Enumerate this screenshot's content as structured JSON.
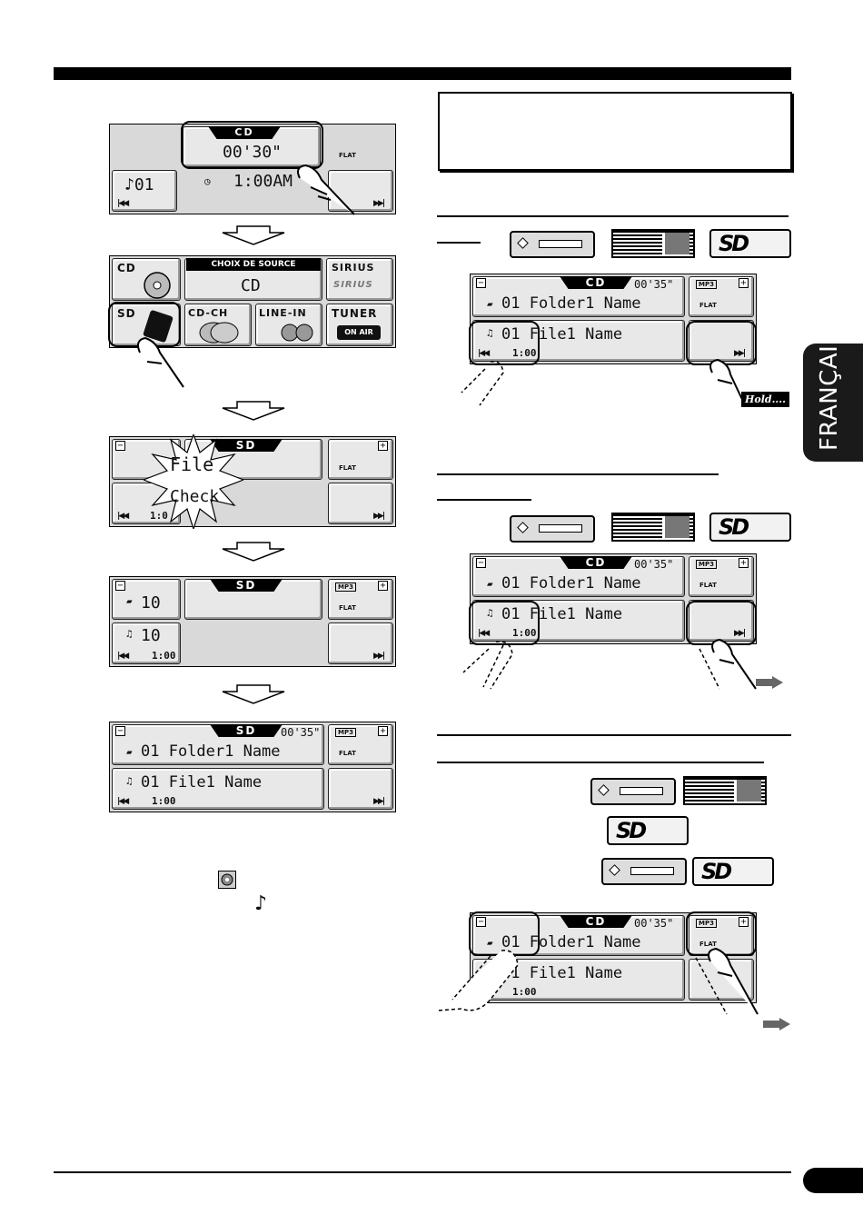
{
  "language_tab": "FRANÇAIS",
  "screen1": {
    "tab": "CD",
    "time": "00'30\"",
    "flat": "FLAT",
    "track": "♪01",
    "clock": "1:00AM"
  },
  "screen2": {
    "cd": "CD",
    "header": "CHOIX DE SOURCE",
    "source": "CD",
    "sirius": "SIRIUS",
    "sirius_logo": "SIRIUS",
    "sd": "SD",
    "cdch": "CD-CH",
    "linein": "LINE-IN",
    "tuner": "TUNER",
    "onair": "ON AIR"
  },
  "screen3": {
    "tab": "SD",
    "file": "File",
    "check": "Check",
    "flat": "FLAT",
    "time": "1:0"
  },
  "screen4": {
    "tab": "SD",
    "folder": "10",
    "file": "10",
    "time": "1:00",
    "mp3": "MP3",
    "flat": "FLAT"
  },
  "screen5": {
    "tab": "SD",
    "elapsed": "00'35\"",
    "folder": "01 Folder1 Name",
    "file": "01 File1 Name",
    "time": "1:00",
    "mp3": "MP3",
    "flat": "FLAT"
  },
  "right_screens": {
    "tab": "CD",
    "elapsed": "00'35\"",
    "folder": "01 Folder1 Name",
    "file": "01 File1 Name",
    "time": "1:00",
    "mp3": "MP3",
    "flat": "FLAT"
  },
  "hold_label": "Hold....",
  "sd_logo": "SD"
}
